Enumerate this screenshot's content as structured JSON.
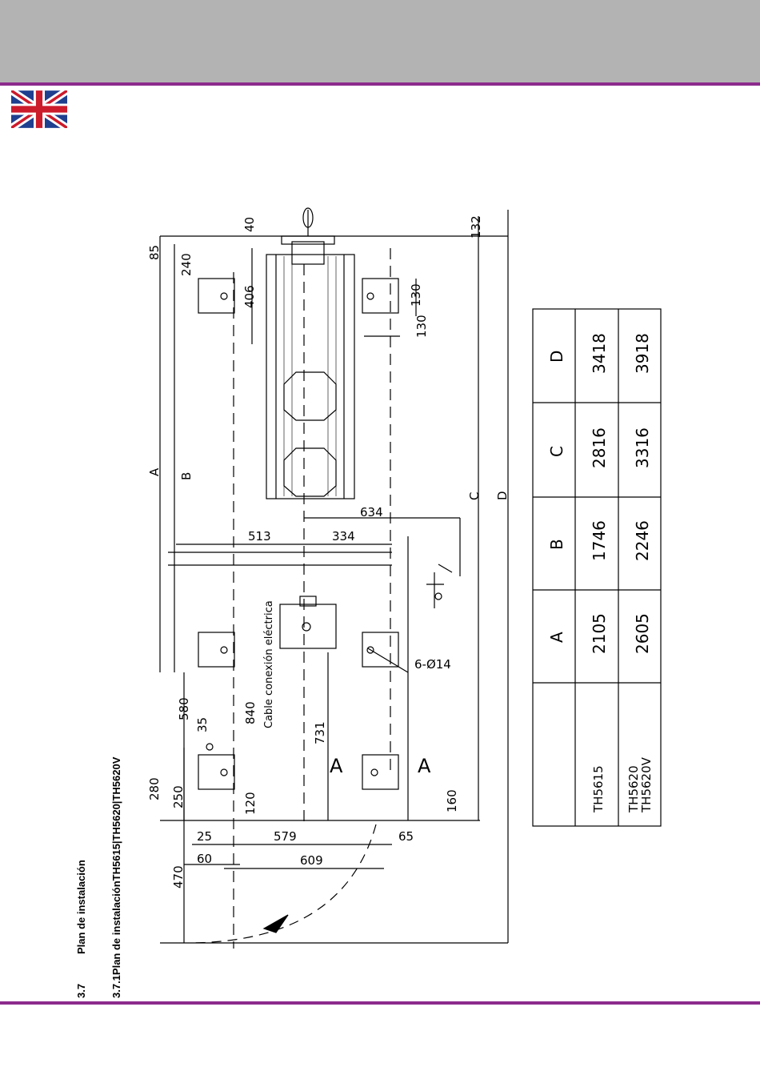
{
  "header": {
    "flag_icon": "uk-flag-icon",
    "accent_color": "#8c2a8c",
    "band_color": "#b3b3b3"
  },
  "section": {
    "number": "3.7",
    "title": "Plan de instalación",
    "subsection": "3.7.1Plan de instalaciónTH5615|TH5620|TH5620V"
  },
  "drawing": {
    "cable_label": "Cable conexión eléctrica",
    "hole_label": "6-Ø14",
    "section_marker": "A",
    "dim_labels": {
      "d85": "85",
      "d240": "240",
      "d40": "40",
      "d406": "406",
      "d130a": "130",
      "d130b": "130",
      "d132": "132",
      "dA": "A",
      "dB": "B",
      "dC": "C",
      "dD": "D",
      "d634": "634",
      "d513": "513",
      "d334": "334",
      "d580": "580",
      "d35": "35",
      "d840": "840",
      "d731": "731",
      "d280": "280",
      "d250": "250",
      "d120": "120",
      "d160": "160",
      "d25": "25",
      "d579": "579",
      "d65": "65",
      "d60": "60",
      "d609": "609",
      "d470": "470"
    }
  },
  "table": {
    "headers": [
      "",
      "A",
      "B",
      "C",
      "D"
    ],
    "rows": [
      {
        "model": "TH5615",
        "A": "2105",
        "B": "1746",
        "C": "2816",
        "D": "3418"
      },
      {
        "model": "TH5620\nTH5620V",
        "A": "2605",
        "B": "2246",
        "C": "3316",
        "D": "3918"
      }
    ]
  }
}
